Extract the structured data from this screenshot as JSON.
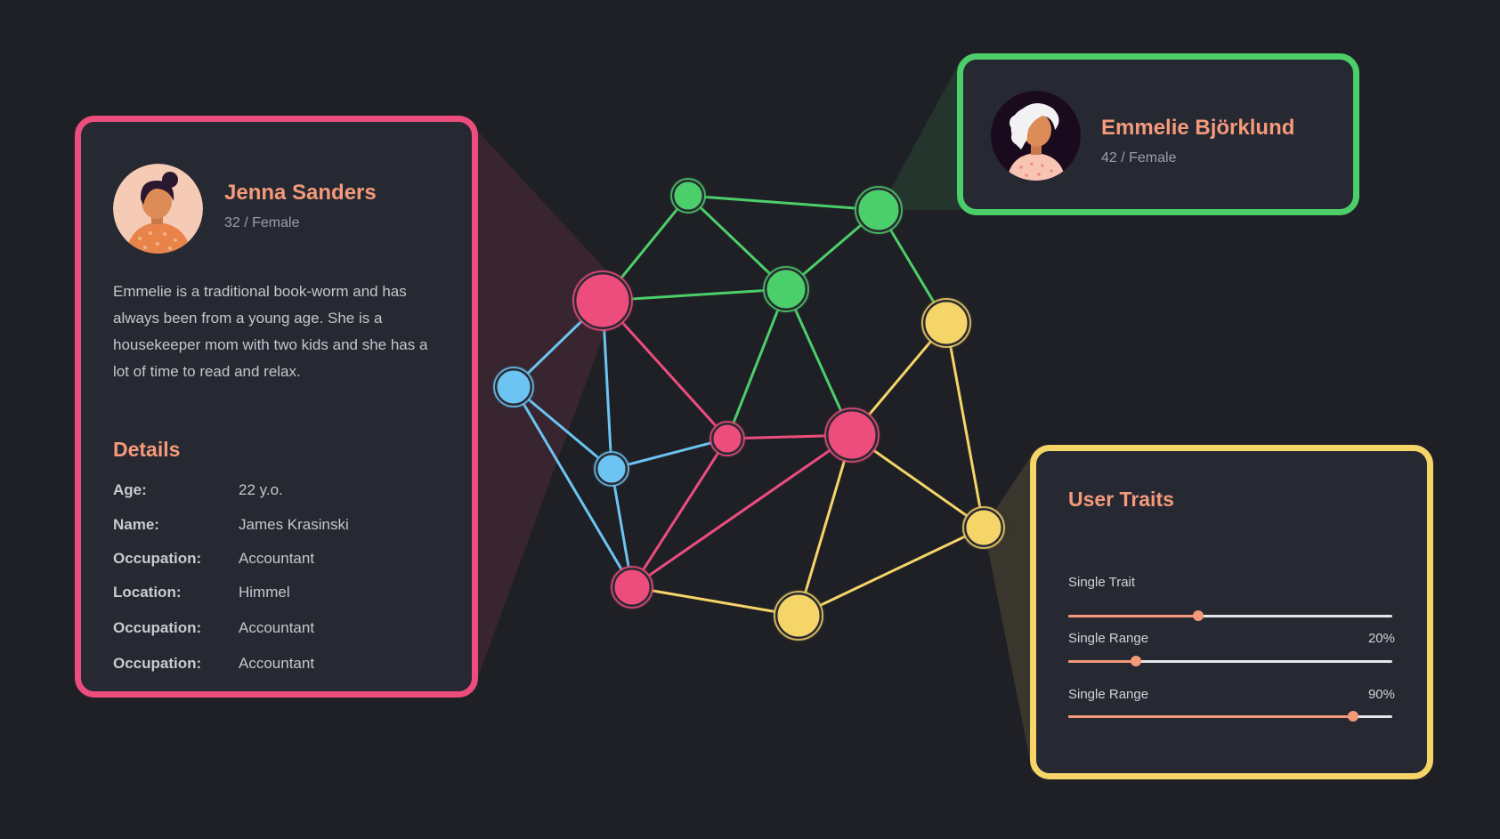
{
  "colors": {
    "background": "#1f2025",
    "card": "#262832",
    "pink": "#ec4d7d",
    "green": "#4ccf6a",
    "yellow": "#f6d568",
    "blue": "#6cc4f3",
    "accent_text": "#f49a7a"
  },
  "profile_card": {
    "name": "Jenna Sanders",
    "meta": "32 / Female",
    "bio": "Emmelie is a traditional book-worm and has always been from a young age. She is a housekeeper mom with two kids and she has a lot of time to read and relax.",
    "details_title": "Details",
    "details": [
      {
        "label": "Age:",
        "value": "22 y.o."
      },
      {
        "label": "Name:",
        "value": "James Krasinski"
      },
      {
        "label": "Occupation:",
        "value": "Accountant"
      },
      {
        "label": "Location:",
        "value": "Himmel"
      },
      {
        "label": "Occupation:",
        "value": "Accountant"
      },
      {
        "label": "Occupation:",
        "value": "Accountant"
      }
    ]
  },
  "user_card": {
    "name": "Emmelie Björklund",
    "meta": "42 / Female"
  },
  "traits_card": {
    "title": "User Traits",
    "sliders": [
      {
        "label": "Single Trait",
        "value_text": "",
        "percent": 40
      },
      {
        "label": "Single Range",
        "value_text": "20%",
        "percent": 21
      },
      {
        "label": "Single Range",
        "value_text": "90%",
        "percent": 88
      }
    ]
  },
  "network": {
    "nodes": [
      {
        "id": "g1",
        "color": "green"
      },
      {
        "id": "g2",
        "color": "green"
      },
      {
        "id": "g3",
        "color": "green"
      },
      {
        "id": "p1",
        "color": "pink"
      },
      {
        "id": "p2",
        "color": "pink"
      },
      {
        "id": "p3",
        "color": "pink"
      },
      {
        "id": "p4",
        "color": "pink"
      },
      {
        "id": "b1",
        "color": "blue"
      },
      {
        "id": "b2",
        "color": "blue"
      },
      {
        "id": "y1",
        "color": "yellow"
      },
      {
        "id": "y2",
        "color": "yellow"
      },
      {
        "id": "y3",
        "color": "yellow"
      }
    ],
    "edges": [
      {
        "from": "g1",
        "to": "g2",
        "color": "green"
      },
      {
        "from": "g1",
        "to": "p1",
        "color": "green"
      },
      {
        "from": "g1",
        "to": "g3",
        "color": "green"
      },
      {
        "from": "g2",
        "to": "g3",
        "color": "green"
      },
      {
        "from": "p1",
        "to": "g3",
        "color": "green"
      },
      {
        "from": "g3",
        "to": "p3",
        "color": "green"
      },
      {
        "from": "g3",
        "to": "p2",
        "color": "green"
      },
      {
        "from": "g2",
        "to": "y1",
        "color": "green"
      },
      {
        "from": "p1",
        "to": "b1",
        "color": "blue"
      },
      {
        "from": "p1",
        "to": "b2",
        "color": "blue"
      },
      {
        "from": "b1",
        "to": "b2",
        "color": "blue"
      },
      {
        "from": "b1",
        "to": "p4",
        "color": "blue"
      },
      {
        "from": "b2",
        "to": "p3",
        "color": "blue"
      },
      {
        "from": "b2",
        "to": "p4",
        "color": "blue"
      },
      {
        "from": "p1",
        "to": "p3",
        "color": "pink"
      },
      {
        "from": "p3",
        "to": "p2",
        "color": "pink"
      },
      {
        "from": "p3",
        "to": "p4",
        "color": "pink"
      },
      {
        "from": "p2",
        "to": "p4",
        "color": "pink"
      },
      {
        "from": "y1",
        "to": "p2",
        "color": "yellow"
      },
      {
        "from": "y1",
        "to": "y3",
        "color": "yellow"
      },
      {
        "from": "p2",
        "to": "y3",
        "color": "yellow"
      },
      {
        "from": "p2",
        "to": "y2",
        "color": "yellow"
      },
      {
        "from": "p4",
        "to": "y2",
        "color": "yellow"
      },
      {
        "from": "y2",
        "to": "y3",
        "color": "yellow"
      }
    ]
  }
}
